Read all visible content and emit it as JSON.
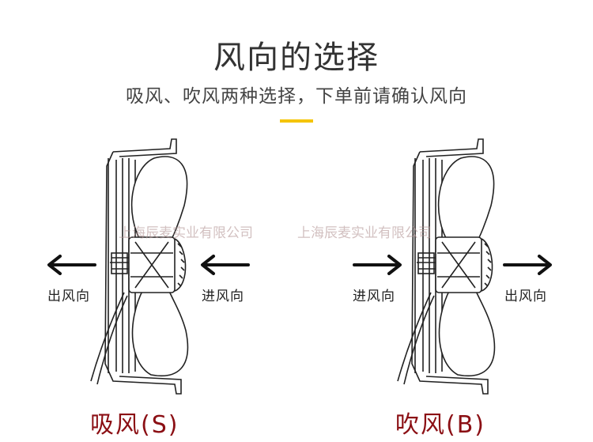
{
  "header": {
    "title": "风向的选择",
    "subtitle": "吸风、吹风两种选择，下单前请确认风向"
  },
  "watermark": {
    "left": "上海辰麦实业有限公司",
    "right": "上海辰麦实业有限公司"
  },
  "suction": {
    "out_label": "出风向",
    "in_label": "进风向",
    "mode_label": "吸风(S)"
  },
  "blowing": {
    "in_label": "进风向",
    "out_label": "出风向",
    "mode_label": "吹风(B)"
  },
  "colors": {
    "accent": "#f5c400",
    "mode_text": "#8b0f14"
  }
}
